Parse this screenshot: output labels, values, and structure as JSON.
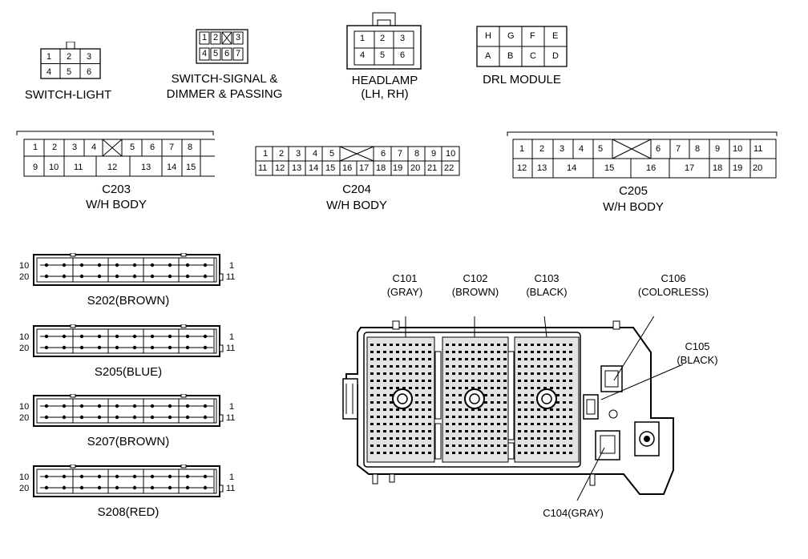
{
  "switch_light": {
    "label": "SWITCH-LIGHT",
    "row1": [
      "1",
      "2",
      "3"
    ],
    "row2": [
      "4",
      "5",
      "6"
    ]
  },
  "switch_signal": {
    "label_line1": "SWITCH-SIGNAL &",
    "label_line2": "DIMMER & PASSING",
    "row1": [
      "1",
      "2",
      "",
      "3"
    ],
    "row2": [
      "4",
      "5",
      "6",
      "7"
    ]
  },
  "headlamp": {
    "label_line1": "HEADLAMP",
    "label_line2": "(LH, RH)",
    "row1": [
      "1",
      "2",
      "3"
    ],
    "row2": [
      "4",
      "5",
      "6"
    ]
  },
  "drl": {
    "label": "DRL MODULE",
    "row1": [
      "H",
      "G",
      "F",
      "E"
    ],
    "row2": [
      "A",
      "B",
      "C",
      "D"
    ]
  },
  "c203": {
    "name": "C203",
    "sub": "W/H BODY",
    "row1": [
      "1",
      "2",
      "3",
      "4",
      "",
      "5",
      "6",
      "7",
      "8"
    ],
    "row2": [
      "9",
      "10",
      "11",
      "12",
      "13",
      "14",
      "15"
    ]
  },
  "c204": {
    "name": "C204",
    "sub": "W/H BODY",
    "row1": [
      "1",
      "2",
      "3",
      "4",
      "5",
      "",
      "6",
      "7",
      "8",
      "9",
      "10"
    ],
    "row2": [
      "11",
      "12",
      "13",
      "14",
      "15",
      "16",
      "17",
      "18",
      "19",
      "20",
      "21",
      "22"
    ]
  },
  "c205": {
    "name": "C205",
    "sub": "W/H BODY",
    "row1": [
      "1",
      "2",
      "3",
      "4",
      "5",
      "",
      "6",
      "7",
      "8",
      "9",
      "10",
      "11"
    ],
    "row2": [
      "12",
      "13",
      "14",
      "15",
      "16",
      "17",
      "18",
      "19",
      "20"
    ]
  },
  "splices": [
    {
      "label": "S202(BROWN)",
      "left_top": "10",
      "left_bottom": "20",
      "right_top": "1",
      "right_bottom": "11"
    },
    {
      "label": "S205(BLUE)",
      "left_top": "10",
      "left_bottom": "20",
      "right_top": "1",
      "right_bottom": "11"
    },
    {
      "label": "S207(BROWN)",
      "left_top": "10",
      "left_bottom": "20",
      "right_top": "1",
      "right_bottom": "11"
    },
    {
      "label": "S208(RED)",
      "left_top": "10",
      "left_bottom": "20",
      "right_top": "1",
      "right_bottom": "11"
    }
  ],
  "junction_box": {
    "c101": {
      "name": "C101",
      "color": "(GRAY)"
    },
    "c102": {
      "name": "C102",
      "color": "(BROWN)"
    },
    "c103": {
      "name": "C103",
      "color": "(BLACK)"
    },
    "c106": {
      "name": "C106",
      "color": "(COLORLESS)"
    },
    "c105": {
      "name": "C105",
      "color": "(BLACK)"
    },
    "c104": {
      "name": "C104(GRAY)"
    }
  }
}
